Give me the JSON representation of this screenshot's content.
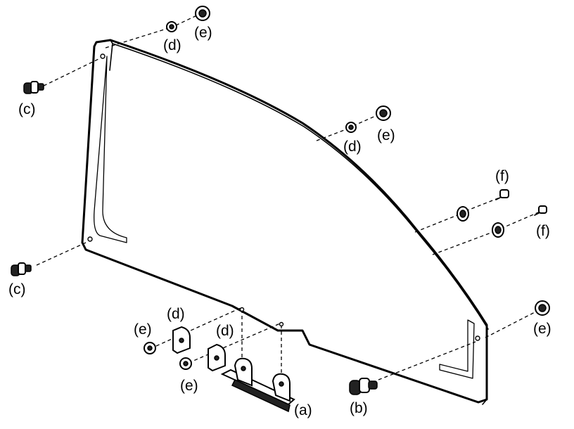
{
  "labels": {
    "a": "(a)",
    "b": "(b)",
    "c": "(c)",
    "d": "(d)",
    "e": "(e)",
    "f": "(f)"
  }
}
